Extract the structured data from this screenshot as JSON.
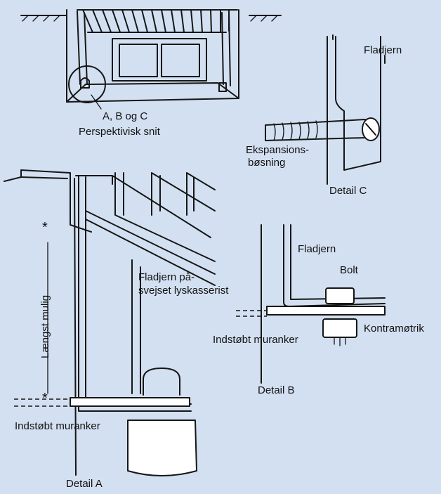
{
  "labels": {
    "fladjern_c": "Fladjern",
    "abc": "A, B og C",
    "perspektiv": "Perspektivisk snit",
    "ekspansion_1": "Ekspansions-",
    "ekspansion_2": "bøsning",
    "detail_c": "Detail C",
    "fladjern_b": "Fladjern",
    "bolt": "Bolt",
    "kontramoetrik": "Kontramøtrik",
    "muranker_b": "Indstøbt muranker",
    "detail_b": "Detail B",
    "fladjern_paa_1": "Fladjern på-",
    "fladjern_paa_2": "svejset lyskasserist",
    "laengst_mulig": "Længst mulig",
    "muranker_a": "Indstøbt muranker",
    "detail_a": "Detail A",
    "star_top": "*",
    "star_bottom": "*"
  }
}
